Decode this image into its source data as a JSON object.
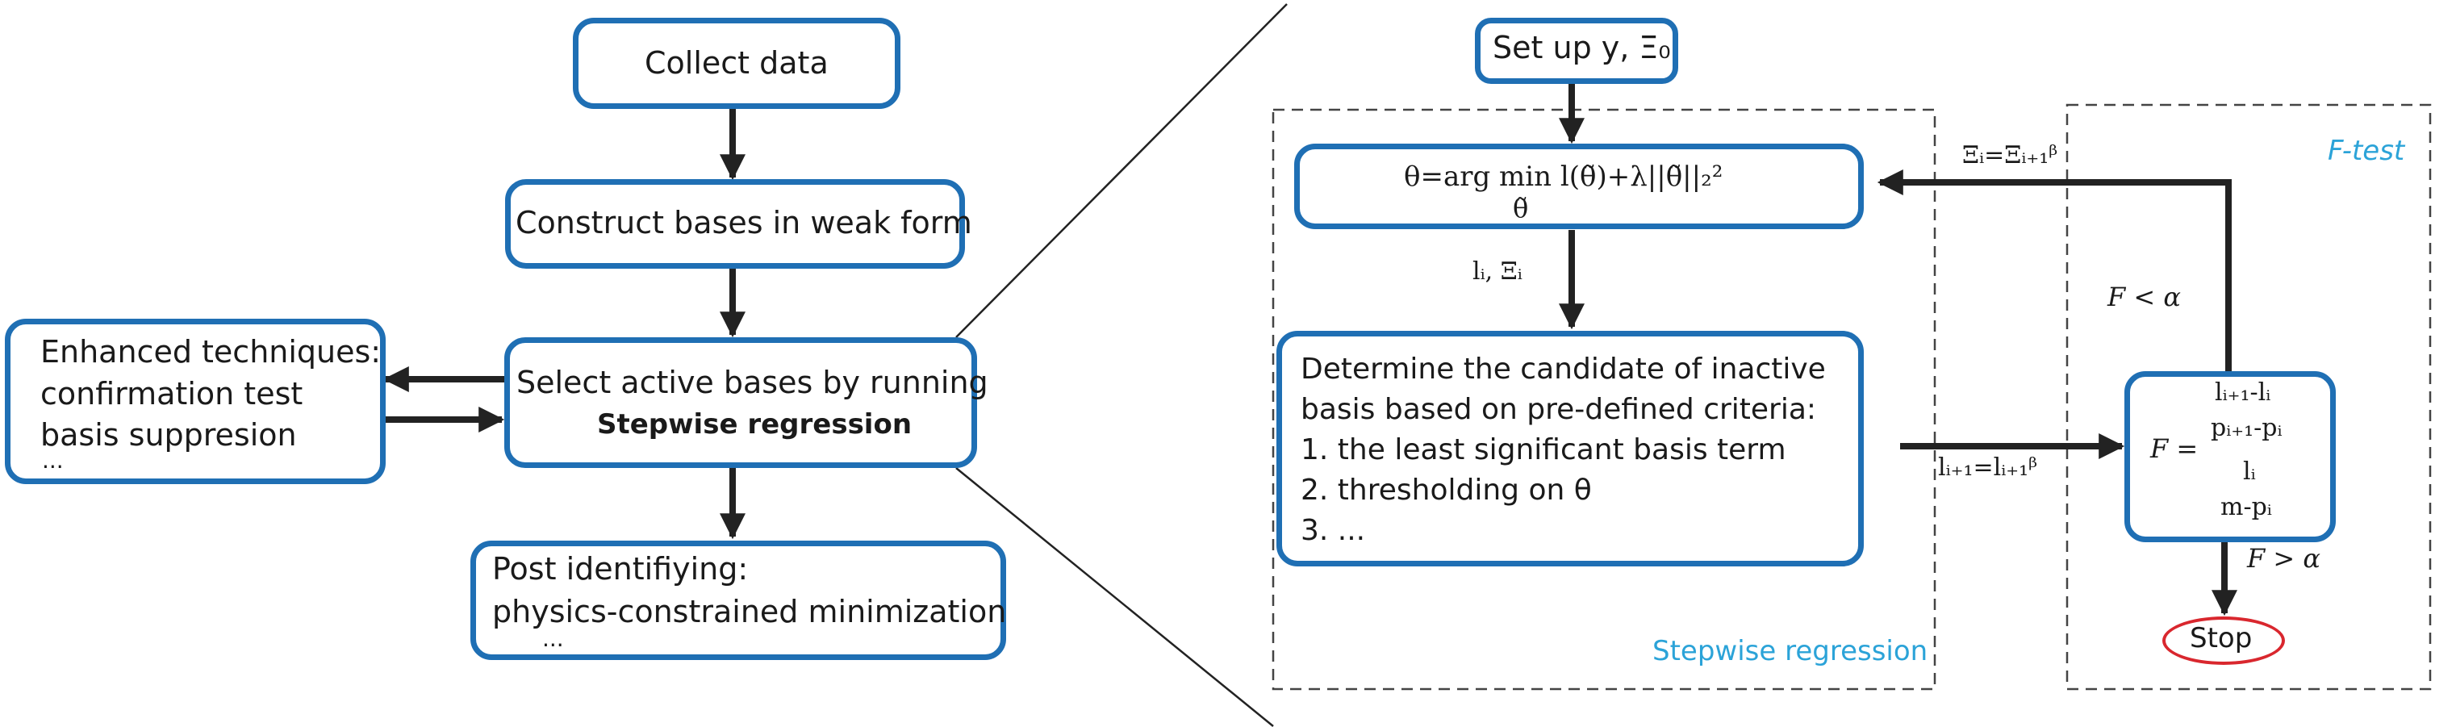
{
  "colors": {
    "box_border": "#1f6fb4",
    "arrow": "#222222",
    "region_label": "#2ba3d8",
    "stop_oval": "#d9272e"
  },
  "left": {
    "collect": "Collect data",
    "construct": "Construct bases in weak form",
    "select_line1": "Select active bases by running",
    "select_line2": "Stepwise regression",
    "enhanced_lines": [
      "Enhanced techniques:",
      "confirmation test",
      "basis suppresion",
      "..."
    ],
    "post_lines": [
      "Post identifiying:",
      "physics-constrained minimization",
      "..."
    ]
  },
  "right": {
    "setup": "Set up y, Ξ₀",
    "theta_eq": "θ=arg min l(θ̃)+λ||θ̃||₂²",
    "theta_under": "θ̃",
    "li_xi": "lᵢ, Ξᵢ",
    "determine_lines": [
      "Determine the candidate of inactive",
      "basis based on pre-defined criteria:",
      " 1. the least significant basis term",
      " 2. thresholding on θ",
      " 3. ..."
    ],
    "xi_update": "Ξᵢ=Ξᵢ₊₁ᵝ",
    "l_update": "lᵢ₊₁=lᵢ₊₁ᵝ",
    "f_less": "F < α",
    "f_greater": "F > α",
    "f_label": "F =",
    "f_num_num": "lᵢ₊₁-lᵢ",
    "f_num_den": "pᵢ₊₁-pᵢ",
    "f_den_num": "lᵢ",
    "f_den_den": "m-pᵢ",
    "stop": "Stop",
    "stepwise_label": "Stepwise regression",
    "ftest_label": "F-test"
  }
}
